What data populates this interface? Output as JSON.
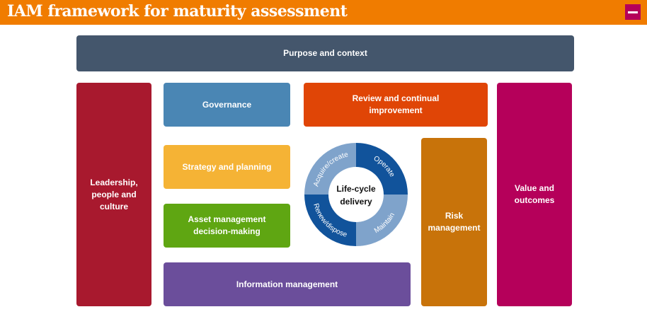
{
  "header": {
    "title": "IAM framework for maturity assessment",
    "menu_icon": "menu-icon"
  },
  "boxes": {
    "purpose": "Purpose and context",
    "leadership": "Leadership,\npeople and culture",
    "governance": "Governance",
    "review": "Review and continual\nimprovement",
    "value": "Value and\noutcomes",
    "strategy": "Strategy and planning",
    "asset": "Asset management\ndecision-making",
    "risk": "Risk\nmanagement",
    "info": "Information management"
  },
  "lifecycle": {
    "center_line1": "Life-cycle",
    "center_line2": "delivery",
    "operate": "Operate",
    "maintain": "Maintain",
    "renew": "Renew/dispose",
    "acquire": "Acquire/create"
  },
  "colors": {
    "orange": "#F07C00",
    "magenta": "#B5005A",
    "dark_blue": "#11539B",
    "light_blue": "#7FA3CB"
  }
}
